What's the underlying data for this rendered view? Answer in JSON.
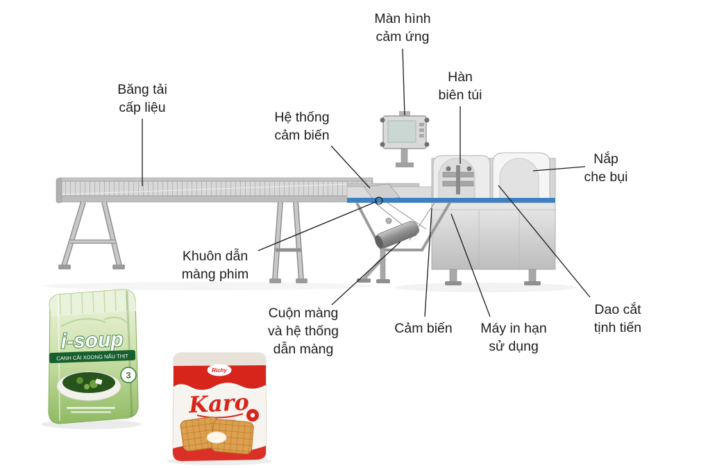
{
  "labels": {
    "touch_screen": "Màn hình\ncảm ứng",
    "bag_sealing": "Hàn\nbiên túi",
    "feed_conveyor": "Băng tải\ncấp liệu",
    "sensor_system": "Hệ thống\ncảm biến",
    "dust_cover": "Nắp\nche bụi",
    "film_former": "Khuôn dẫn\nmàng phim",
    "film_roll": "Cuộn màng\nvà hệ thống\ndẫn màng",
    "sensor": "Cảm biến",
    "date_printer": "Máy in hạn\nsử dụng",
    "cutter": "Dao cắt\ntịnh tiến"
  },
  "products": {
    "isoup": {
      "brand": "i-soup",
      "product_name": "CANH CẢI XOONG NẤU THỊT",
      "badge": "3"
    },
    "karo": {
      "maker": "Richy",
      "brand": "Karo"
    }
  },
  "colors": {
    "accent_blue": "#3b7fc4",
    "leader_line": "#1a1a1a",
    "label_text": "#1c1c1c",
    "isoup_green": "#17602e",
    "karo_red": "#d8251c"
  }
}
